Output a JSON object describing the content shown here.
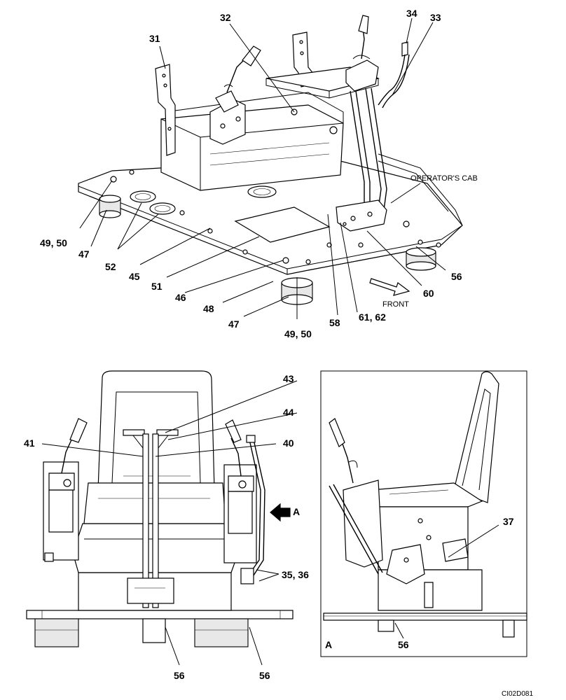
{
  "top_view": {
    "callouts": {
      "c31": "31",
      "c32": "32",
      "c33": "33",
      "c34": "34",
      "c49_50_left": "49, 50",
      "c47_left": "47",
      "c52": "52",
      "c45": "45",
      "c51": "51",
      "c46": "46",
      "c48": "48",
      "c47_bottom": "47",
      "c49_50_bottom": "49, 50",
      "c58": "58",
      "c61_62": "61, 62",
      "c60": "60",
      "c56": "56"
    },
    "operators_cab_label": "OPERATOR'S CAB",
    "front_label": "FRONT"
  },
  "front_view": {
    "callouts": {
      "c43": "43",
      "c44": "44",
      "c41": "41",
      "c40": "40",
      "c35_36": "35, 36",
      "c56_left": "56",
      "c56_right": "56"
    },
    "view_arrow_label": "A"
  },
  "side_view": {
    "view_label": "A",
    "callouts": {
      "c37": "37",
      "c56": "56"
    }
  },
  "drawing_reference": "CI02D081"
}
